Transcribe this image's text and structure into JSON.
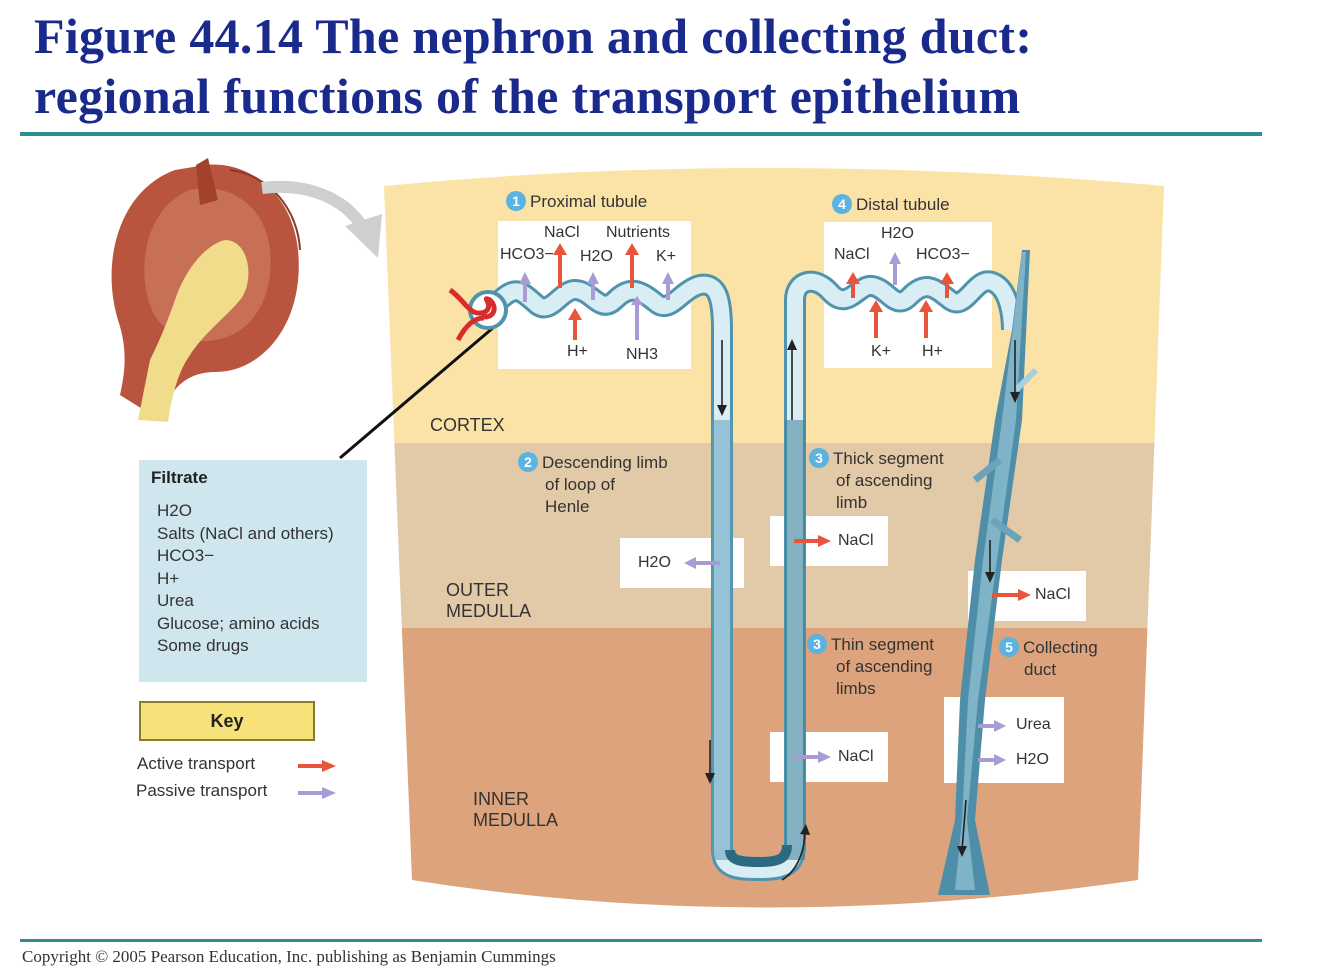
{
  "title": {
    "line1": "Figure 44.14 The nephron and collecting duct:",
    "line2": "regional functions of the transport epithelium"
  },
  "copyright": "Copyright © 2005 Pearson Education, Inc. publishing as Benjamin Cummings",
  "filtrate": {
    "title": "Filtrate",
    "items": [
      "H2O",
      "Salts (NaCl and others)",
      "HCO3−",
      "H+",
      "Urea",
      "Glucose; amino acids",
      "Some drugs"
    ]
  },
  "key": {
    "title": "Key",
    "active": "Active transport",
    "passive": "Passive transport",
    "active_color": "#e8553a",
    "passive_color": "#a99bd3"
  },
  "regions": {
    "cortex": "CORTEX",
    "outer_medulla": [
      "OUTER",
      "MEDULLA"
    ],
    "inner_medulla": [
      "INNER",
      "MEDULLA"
    ]
  },
  "segments": {
    "proximal": {
      "num": "1",
      "label": "Proximal tubule"
    },
    "descending": {
      "num": "2",
      "label": [
        "Descending limb",
        "of loop of",
        "Henle"
      ]
    },
    "thick": {
      "num": "3",
      "label": [
        "Thick segment",
        "of ascending",
        "limb"
      ]
    },
    "thin": {
      "num": "3",
      "label": [
        "Thin segment",
        "of ascending",
        "limbs"
      ]
    },
    "distal": {
      "num": "4",
      "label": "Distal tubule"
    },
    "collecting": {
      "num": "5",
      "label": [
        "Collecting",
        "duct"
      ]
    }
  },
  "molecules": {
    "proximal_top": [
      "NaCl",
      "Nutrients",
      "HCO3−",
      "H2O",
      "K+"
    ],
    "proximal_bottom": [
      "H+",
      "NH3"
    ],
    "distal_top": [
      "H2O",
      "NaCl",
      "HCO3−"
    ],
    "distal_bottom": [
      "K+",
      "H+"
    ],
    "descending_out": "H2O",
    "thick_out": "NaCl",
    "thin_out": "NaCl",
    "collecting_outer": "NaCl",
    "collecting_inner": [
      "Urea",
      "H2O"
    ]
  }
}
